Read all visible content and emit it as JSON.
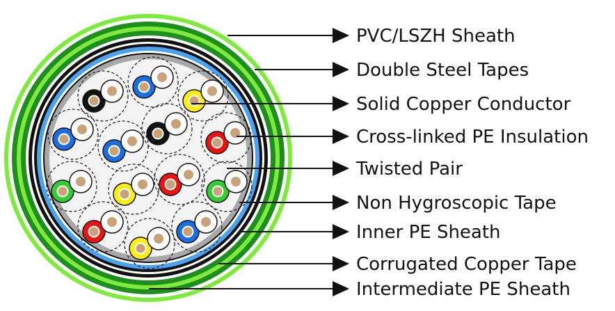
{
  "colors": {
    "outer_sheath": "#7dea3c",
    "steel_tape_dark": "#1e8f1e",
    "steel_tape_light": "#7dea3c",
    "black_ring": "#111111",
    "blue_ring": "#4aa3f0",
    "grey_ring": "#a8a8a8",
    "core_fill": "#f4f4f4",
    "conductor": "#c8a37a"
  },
  "pairs": [
    {
      "core_color": "#111111",
      "core_color_name": "black"
    },
    {
      "core_color": "#1a6fe0",
      "core_color_name": "blue"
    },
    {
      "core_color": "#ffee11",
      "core_color_name": "yellow"
    },
    {
      "core_color": "#1a6fe0",
      "core_color_name": "blue"
    },
    {
      "core_color": "#1a6fe0",
      "core_color_name": "blue"
    },
    {
      "core_color": "#111111",
      "core_color_name": "black"
    },
    {
      "core_color": "#ee1111",
      "core_color_name": "red"
    },
    {
      "core_color": "#33cc33",
      "core_color_name": "green"
    },
    {
      "core_color": "#ffee11",
      "core_color_name": "yellow"
    },
    {
      "core_color": "#ee1111",
      "core_color_name": "red"
    },
    {
      "core_color": "#33cc33",
      "core_color_name": "green"
    },
    {
      "core_color": "#ee1111",
      "core_color_name": "red"
    },
    {
      "core_color": "#ffee11",
      "core_color_name": "yellow"
    },
    {
      "core_color": "#1a6fe0",
      "core_color_name": "blue"
    }
  ],
  "labels": [
    {
      "id": "pvc-lszh-sheath",
      "text": "PVC/LSZH Sheath"
    },
    {
      "id": "double-steel-tapes",
      "text": "Double Steel Tapes"
    },
    {
      "id": "solid-copper-conductor",
      "text": "Solid Copper Conductor"
    },
    {
      "id": "cross-linked-pe-insulation",
      "text": "Cross-linked PE Insulation"
    },
    {
      "id": "twisted-pair",
      "text": "Twisted Pair"
    },
    {
      "id": "non-hygroscopic-tape",
      "text": "Non Hygroscopic Tape"
    },
    {
      "id": "inner-pe-sheath",
      "text": "Inner PE Sheath"
    },
    {
      "id": "corrugated-copper-tape",
      "text": "Corrugated Copper Tape"
    },
    {
      "id": "intermediate-pe-sheath",
      "text": "Intermediate PE Sheath"
    }
  ]
}
